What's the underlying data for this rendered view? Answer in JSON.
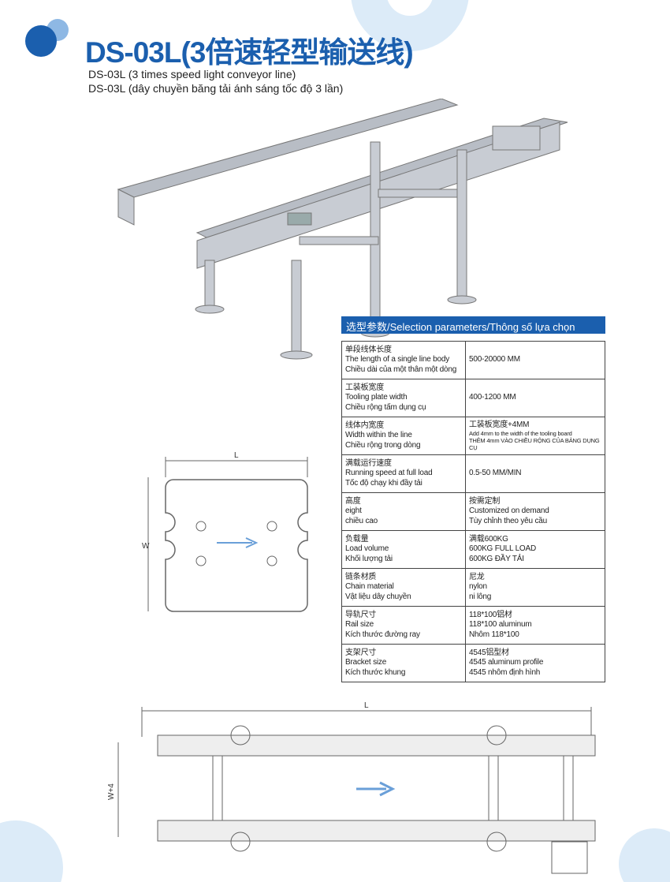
{
  "title": "DS-03L(3倍速轻型输送线)",
  "subtitle_en": "DS-03L (3 times speed light conveyor line)",
  "subtitle_vi": "DS-03L (dây chuyền băng tải ánh sáng tốc độ 3 lần)",
  "table": {
    "header": "选型参数/Selection parameters/Thông số lựa chọn",
    "rows": [
      {
        "zh": "单段线体长度",
        "en": "The length of a single line body",
        "vi": "Chiều dài của một thân một dòng",
        "v1": "500-20000 MM"
      },
      {
        "zh": "工装板宽度",
        "en": "Tooling plate width",
        "vi": "Chiều rộng tấm dụng cụ",
        "v1": "400-1200 MM"
      },
      {
        "zh": "线体内宽度",
        "en": "Width within the line",
        "vi": "Chiều rộng trong dòng",
        "v1": "工装板宽度+4MM",
        "v2": "Add 4mm to the width of the tooling board",
        "v3": "THÊM 4mm VÀO CHIỀU RỘNG CỦA BẢNG DỤNG CỤ"
      },
      {
        "zh": "满载运行速度",
        "en": "Running speed at full load",
        "vi": "Tốc độ chạy khi đầy tải",
        "v1": "0.5-50 MM/MIN"
      },
      {
        "zh": "高度",
        "en": "eight",
        "vi": "chiều cao",
        "v1": "按需定制",
        "v2": "Customized on demand",
        "v3": "Tùy chỉnh theo yêu cầu"
      },
      {
        "zh": "负载量",
        "en": "Load volume",
        "vi": "Khối lượng tải",
        "v1": "满载600KG",
        "v2": "600KG FULL LOAD",
        "v3": "600KG ĐẦY TẢI"
      },
      {
        "zh": "链条材质",
        "en": "Chain material",
        "vi": "Vật liệu dây chuyền",
        "v1": "尼龙",
        "v2": "nylon",
        "v3": "ni lông"
      },
      {
        "zh": "导轨尺寸",
        "en": "Rail size",
        "vi": "Kích thước đường ray",
        "v1": "118*100铝材",
        "v2": "118*100 aluminum",
        "v3": "Nhôm 118*100"
      },
      {
        "zh": "支架尺寸",
        "en": "Bracket size",
        "vi": "Kích thước khung",
        "v1": "4545铝型材",
        "v2": "4545 aluminum profile",
        "v3": "4545 nhôm định hình"
      }
    ]
  },
  "plate_drawing": {
    "dim_l": "L",
    "dim_w": "W"
  },
  "top_view": {
    "dim_l": "L",
    "dim_w": "W+4"
  }
}
